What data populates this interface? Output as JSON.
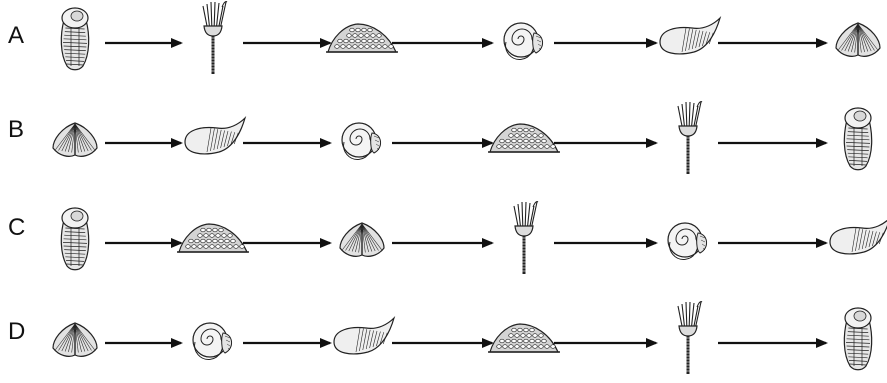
{
  "rows": [
    {
      "label": "A",
      "sequence": [
        "trilobite",
        "crinoid",
        "bryozoan",
        "ammonite",
        "horn-coral",
        "brachiopod"
      ]
    },
    {
      "label": "B",
      "sequence": [
        "brachiopod",
        "horn-coral",
        "ammonite",
        "bryozoan",
        "crinoid",
        "trilobite"
      ]
    },
    {
      "label": "C",
      "sequence": [
        "trilobite",
        "bryozoan",
        "brachiopod",
        "crinoid",
        "ammonite",
        "horn-coral"
      ]
    },
    {
      "label": "D",
      "sequence": [
        "brachiopod",
        "ammonite",
        "horn-coral",
        "bryozoan",
        "crinoid",
        "trilobite"
      ]
    }
  ]
}
